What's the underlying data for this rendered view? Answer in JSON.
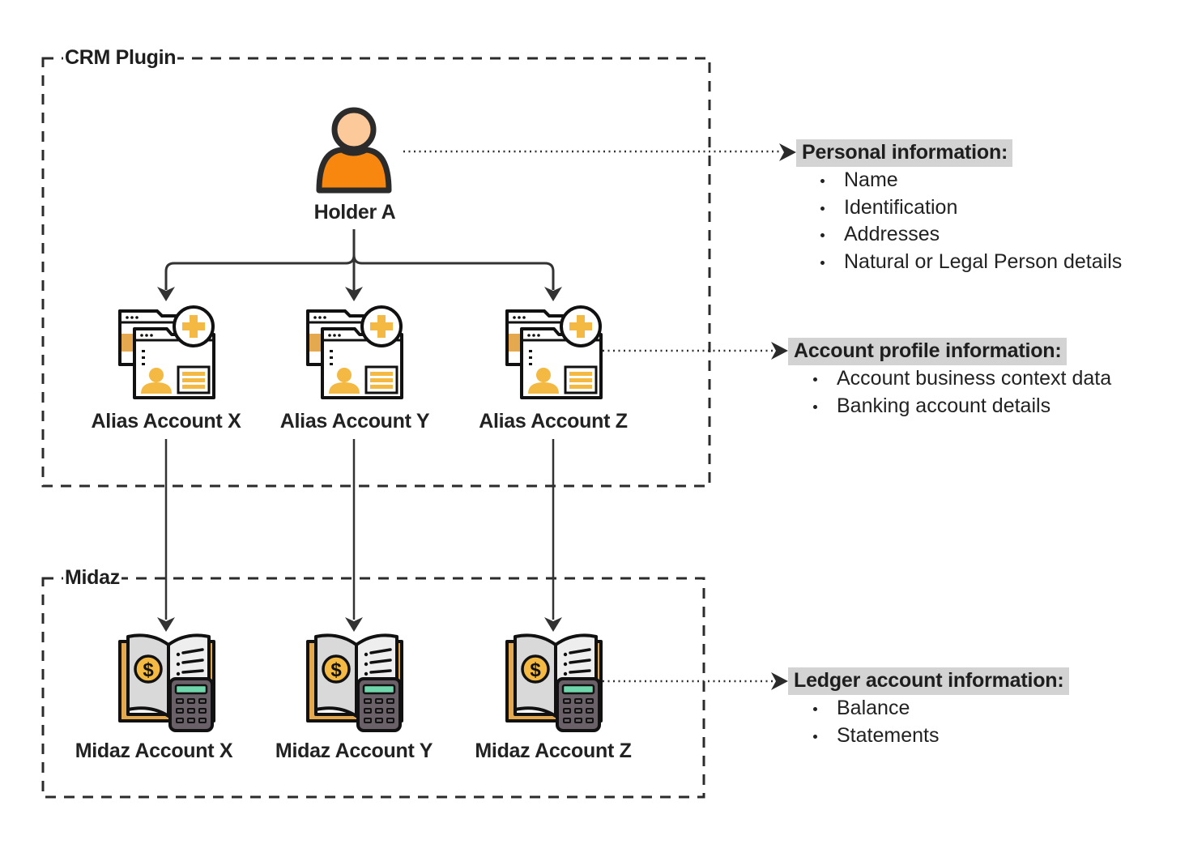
{
  "groups": {
    "crm": {
      "label": "CRM Plugin"
    },
    "midaz": {
      "label": "Midaz"
    }
  },
  "holder": {
    "label": "Holder A",
    "icon": "person-icon"
  },
  "alias_accounts": [
    {
      "label": "Alias Account X",
      "icon": "account-profile-icon"
    },
    {
      "label": "Alias Account Y",
      "icon": "account-profile-icon"
    },
    {
      "label": "Alias Account Z",
      "icon": "account-profile-icon"
    }
  ],
  "midaz_accounts": [
    {
      "label": "Midaz Account X",
      "icon": "ledger-calculator-icon"
    },
    {
      "label": "Midaz Account Y",
      "icon": "ledger-calculator-icon"
    },
    {
      "label": "Midaz Account Z",
      "icon": "ledger-calculator-icon"
    }
  ],
  "info_panels": {
    "personal": {
      "title": "Personal information:",
      "items": [
        "Name",
        "Identification",
        "Addresses",
        "Natural or Legal Person details"
      ]
    },
    "account_profile": {
      "title": "Account profile information:",
      "items": [
        "Account business context data",
        "Banking account details"
      ]
    },
    "ledger": {
      "title": "Ledger account information:",
      "items": [
        "Balance",
        "Statements"
      ]
    }
  },
  "colors": {
    "line": "#333333",
    "person_body": "#f7870f",
    "person_head": "#fcc99a",
    "icon_yellow": "#f4b942",
    "icon_orange": "#e4a94f",
    "page_gray": "#d9d9d9",
    "calc_body": "#6a6168",
    "calc_screen": "#6fd6ac",
    "title_bg": "#d3d3d3"
  }
}
